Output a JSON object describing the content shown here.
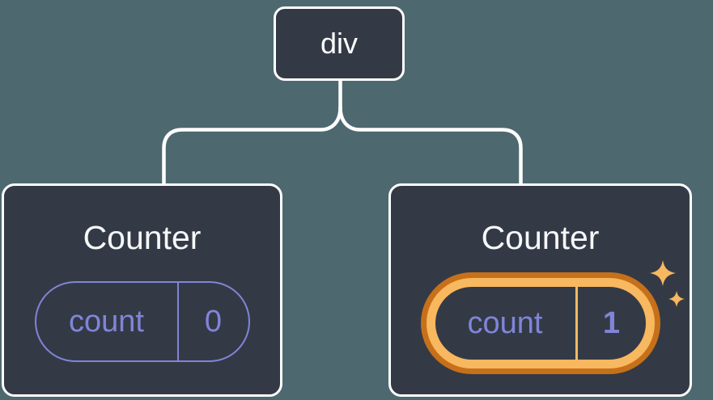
{
  "tree": {
    "root": {
      "label": "div"
    },
    "children": [
      {
        "title": "Counter",
        "state": {
          "name": "count",
          "value": "0"
        },
        "highlighted": false
      },
      {
        "title": "Counter",
        "state": {
          "name": "count",
          "value": "1"
        },
        "highlighted": true
      }
    ]
  },
  "colors": {
    "background": "#4e6870",
    "node_background": "#343a45",
    "node_outline": "#ffffff",
    "connector": "#ffffff",
    "state_purple": "#8085d9",
    "highlight_orange_light": "#f8b85f",
    "highlight_orange_dark": "#c7701a"
  }
}
